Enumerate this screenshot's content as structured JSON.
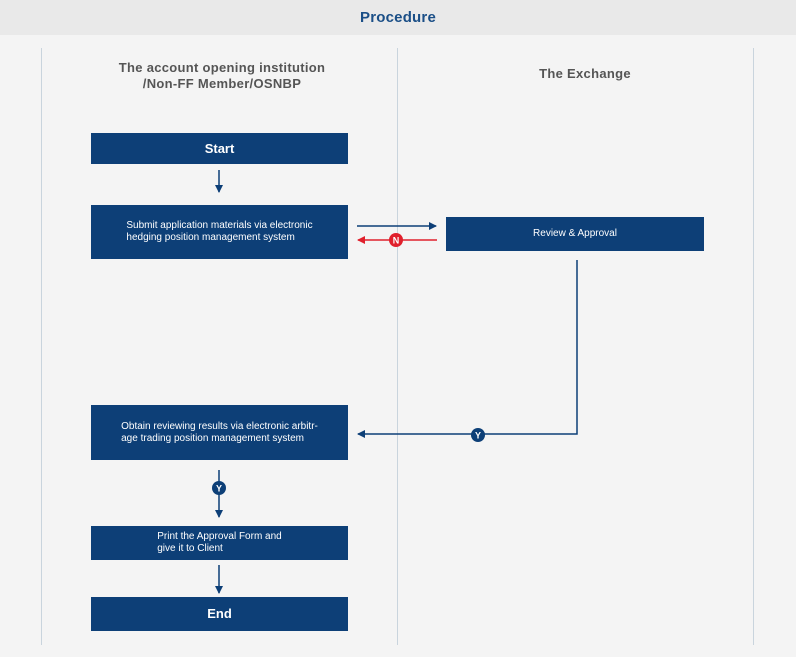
{
  "header": {
    "title": "Procedure"
  },
  "lanes": [
    {
      "title": "The account opening institution\n/Non-FF Member/OSNBP"
    },
    {
      "title": "The Exchange"
    }
  ],
  "steps": {
    "start": "Start",
    "submit": "Submit application materials via electronic\nhedging position management system",
    "review": "Review & Approval",
    "obtain": "Obtain reviewing results via electronic arbitr-\nage trading position management system",
    "print": "Print the Approval Form and\ngive it to Client",
    "end": "End"
  },
  "badges": {
    "no": "N",
    "yes": "Y"
  },
  "colors": {
    "box": "#0d3f77",
    "reject": "#e0202c",
    "header_text": "#1b4f87"
  }
}
